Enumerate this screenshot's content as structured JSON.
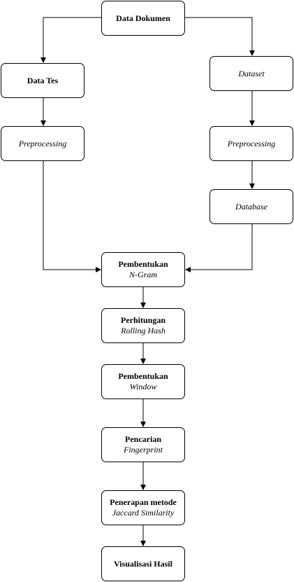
{
  "nodes": {
    "data_dokumen": {
      "line1": "Data Dokumen"
    },
    "data_tes": {
      "line1": "Data Tes"
    },
    "preprocessing_left": {
      "line1": "Preprocessing"
    },
    "dataset": {
      "line1": "Dataset"
    },
    "preprocessing_right": {
      "line1": "Preprocessing"
    },
    "database": {
      "line1": "Database"
    },
    "pembentukan_ngram": {
      "line1": "Pembentukan",
      "line2": "N-Gram"
    },
    "perhitungan_rolling": {
      "line1": "Perhitungan",
      "line2": "Rolling Hash"
    },
    "pembentukan_window": {
      "line1": "Pembentukan",
      "line2": "Window"
    },
    "pencarian_fingerprint": {
      "line1": "Pencarian",
      "line2": "Fingerprint"
    },
    "penerapan_jaccard": {
      "line1": "Penerapan metode",
      "line2": "Jaccard Similarity"
    },
    "visualisasi_hasil": {
      "line1": "Visualisasi Hasil"
    }
  },
  "colors": {
    "stroke": "#000000",
    "fill": "#ffffff"
  }
}
